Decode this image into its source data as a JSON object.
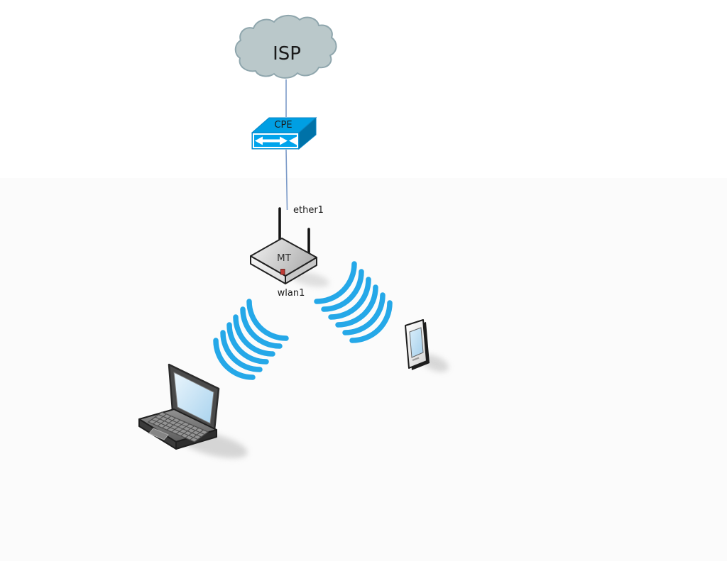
{
  "diagram": {
    "nodes": {
      "isp": {
        "label": "ISP",
        "icon": "cloud-icon"
      },
      "cpe": {
        "label": "CPE",
        "icon": "switch-icon"
      },
      "router": {
        "label": "MT",
        "icon": "wireless-router-icon"
      },
      "laptop": {
        "icon": "laptop-icon"
      },
      "phone": {
        "icon": "smartphone-icon"
      }
    },
    "links": {
      "cpe_router": {
        "label": "ether1"
      },
      "wireless": {
        "label": "wlan1"
      }
    },
    "colors": {
      "wave": "#25a8e8",
      "switch_front": "#00a4ec",
      "switch_top": "#009fe3",
      "switch_side": "#0072a8",
      "cloud_fill": "#bac8ca",
      "cloud_stroke": "#8fa6ad",
      "link": "#7b9ac8",
      "label": "#1a1a1a"
    }
  }
}
